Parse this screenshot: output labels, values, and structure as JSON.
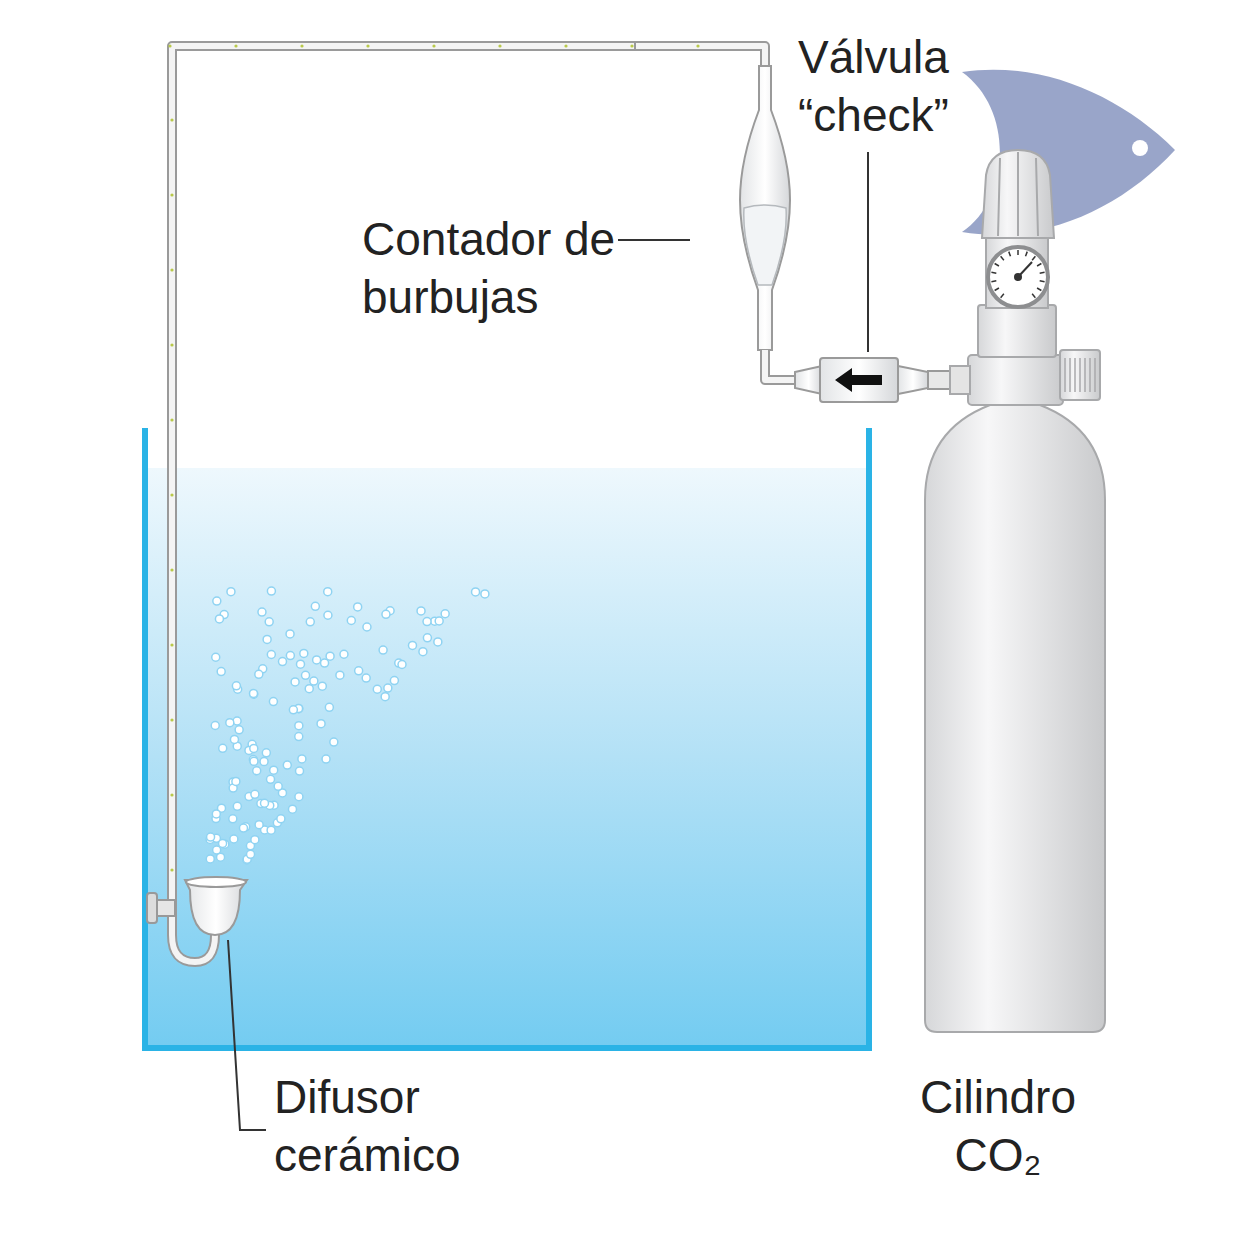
{
  "diagram": {
    "labels": [
      "Válvula “check”",
      "Contador de burbujas",
      "Difusor cerámico",
      "Cilindro CO₂"
    ]
  }
}
